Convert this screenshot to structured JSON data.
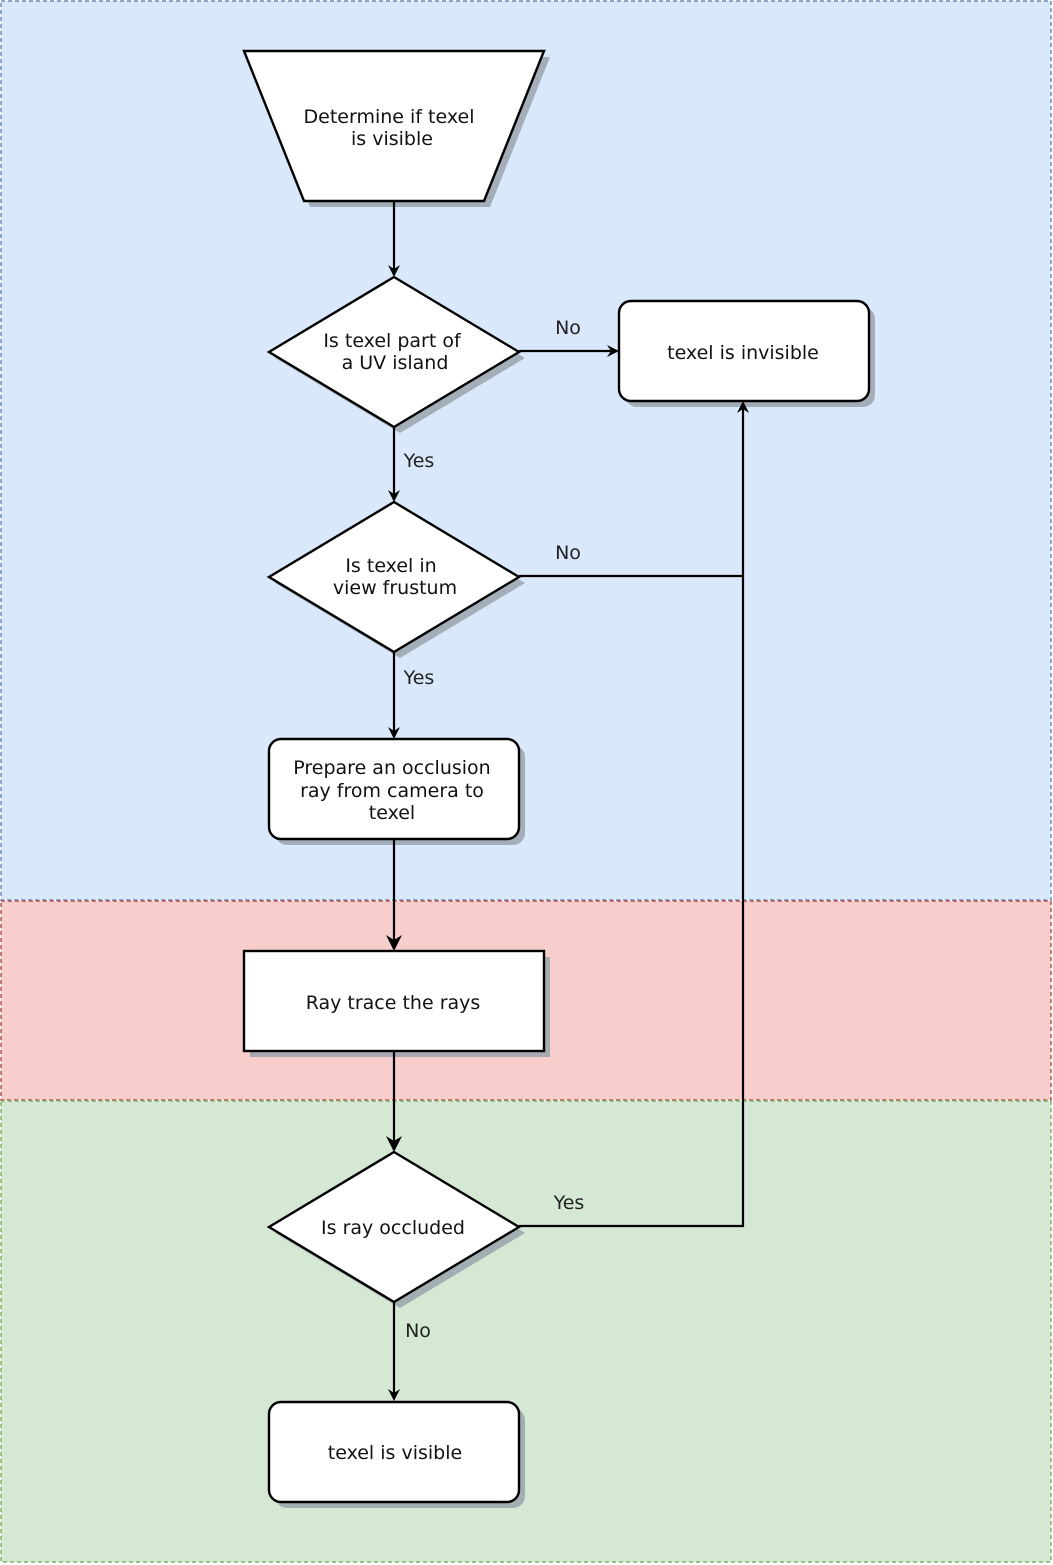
{
  "colors": {
    "top_region_fill": "#dae8fc",
    "top_region_border": "#6c8ebf",
    "middle_region_fill": "#f8cecc",
    "middle_region_border": "#b85450",
    "bottom_region_fill": "#d5e8d4",
    "bottom_region_border": "#82b366"
  },
  "nodes": {
    "start": {
      "lines": [
        "Determine if texel",
        "is visible"
      ]
    },
    "uv_island": {
      "lines": [
        "Is texel part of",
        "a UV island"
      ]
    },
    "invisible": {
      "lines": [
        "texel is invisible"
      ]
    },
    "frustum": {
      "lines": [
        "Is texel in",
        "view frustum"
      ]
    },
    "prepare": {
      "lines": [
        "Prepare an occlusion",
        "ray from camera to",
        "texel"
      ]
    },
    "raytrace": {
      "lines": [
        "Ray trace the rays"
      ]
    },
    "occluded": {
      "lines": [
        "Is ray occluded"
      ]
    },
    "visible": {
      "lines": [
        "texel is visible"
      ]
    }
  },
  "edge_labels": {
    "uv_no": "No",
    "uv_yes": "Yes",
    "frustum_no": "No",
    "frustum_yes": "Yes",
    "occluded_yes": "Yes",
    "occluded_no": "No"
  }
}
